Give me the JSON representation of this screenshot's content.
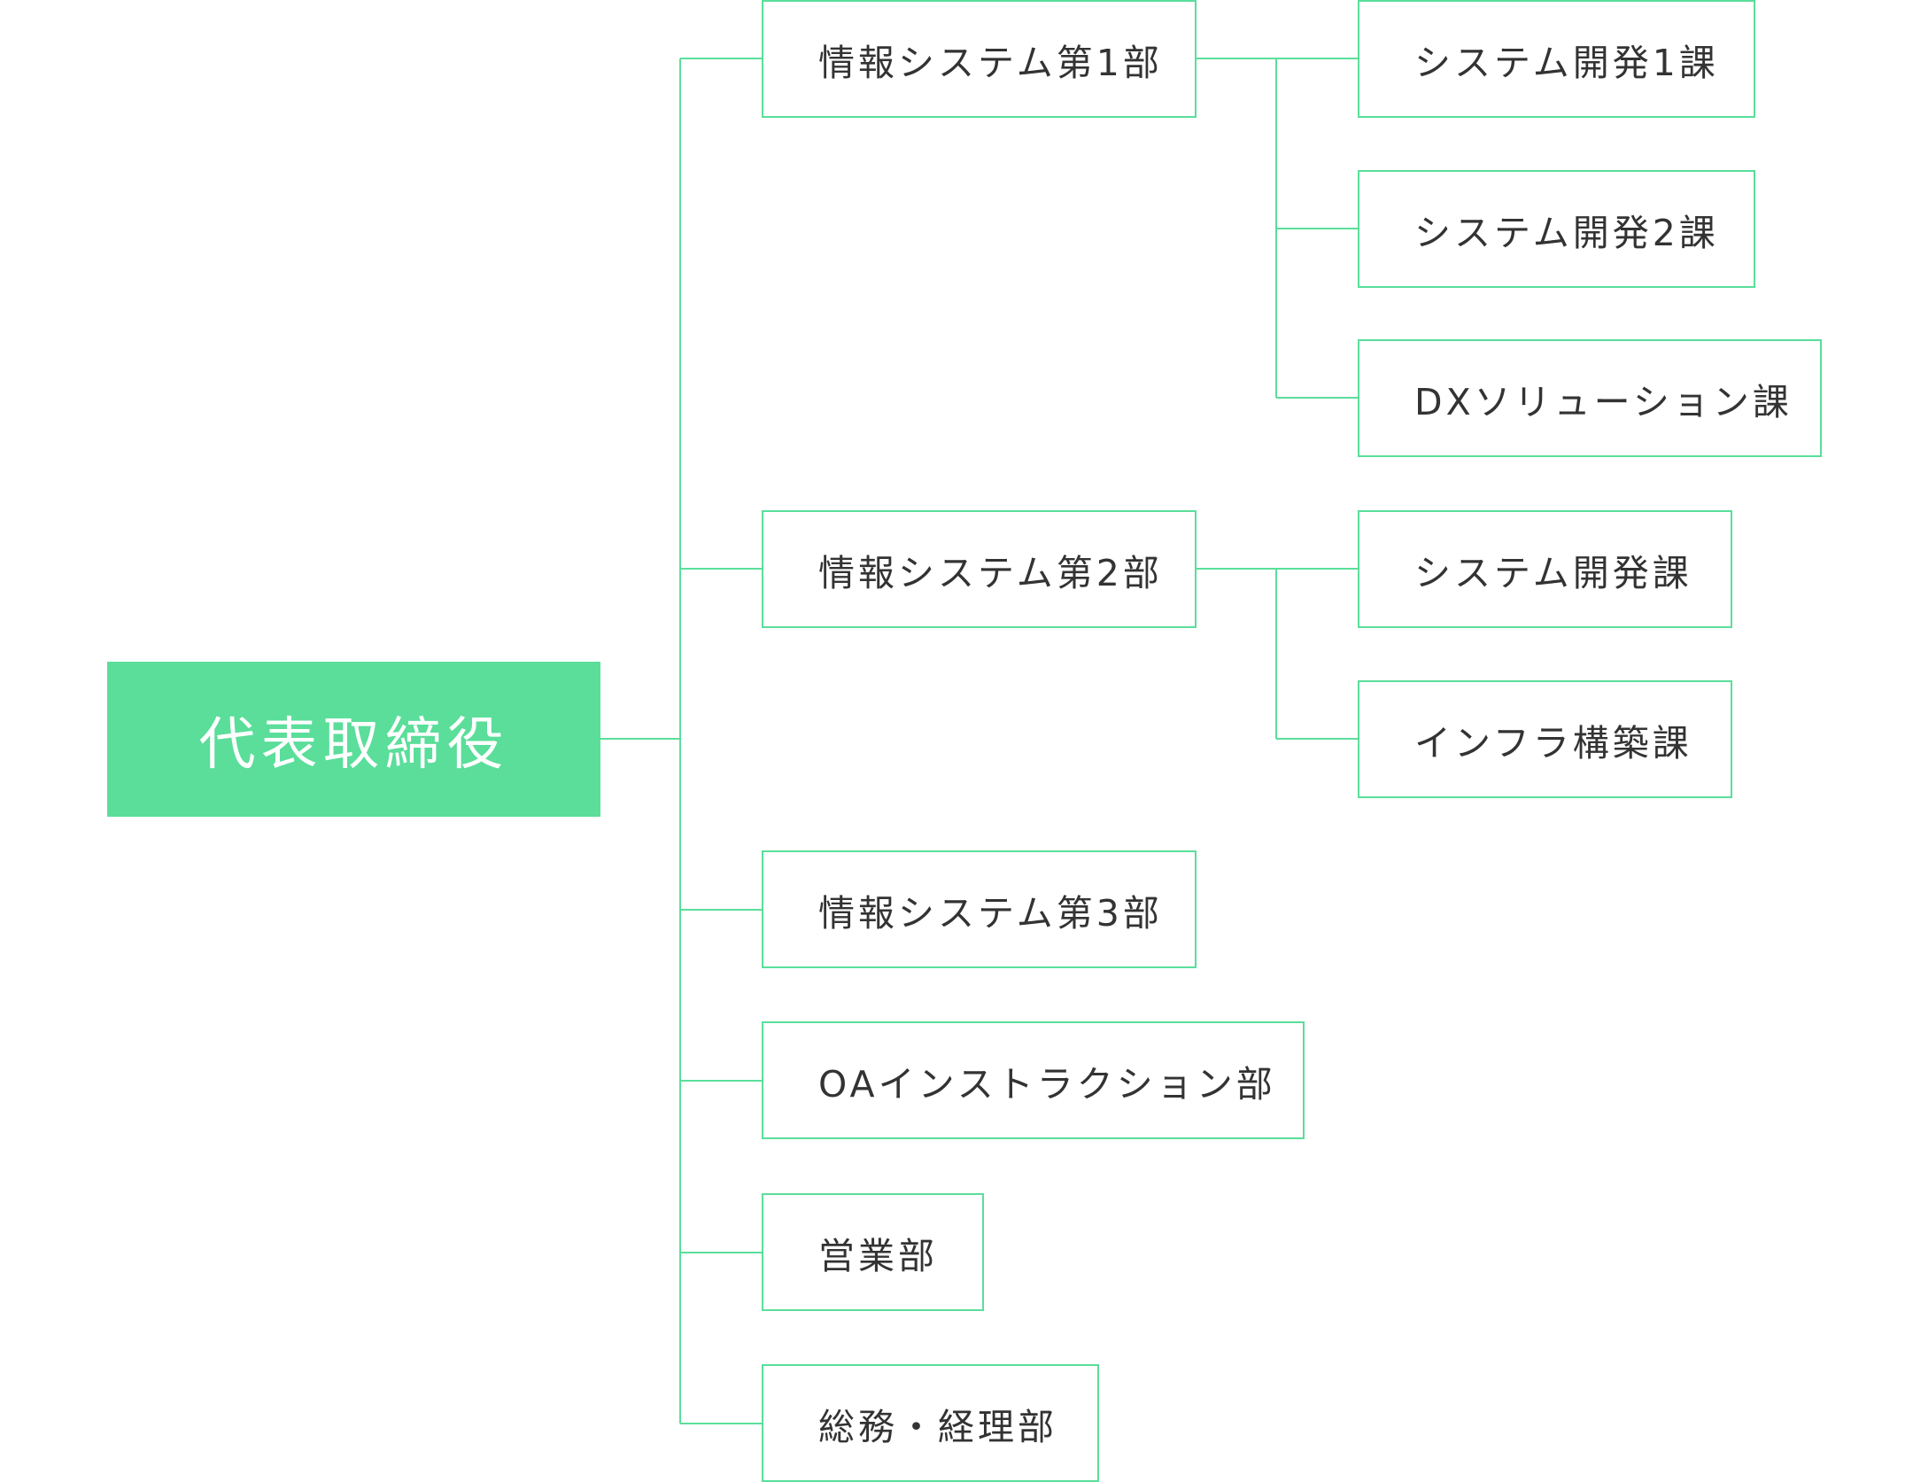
{
  "theme": {
    "accent": "#5ade9a",
    "text": "#333333",
    "root_text": "#ffffff",
    "background": "#ffffff"
  },
  "org": {
    "root": "代表取締役",
    "departments": [
      {
        "name": "情報システム第1部",
        "sections": [
          "システム開発1課",
          "システム開発2課",
          "DXソリューション課"
        ]
      },
      {
        "name": "情報システム第2部",
        "sections": [
          "システム開発課",
          "インフラ構築課"
        ]
      },
      {
        "name": "情報システム第3部",
        "sections": []
      },
      {
        "name": "OAインストラクション部",
        "sections": []
      },
      {
        "name": "営業部",
        "sections": []
      },
      {
        "name": "総務・経理部",
        "sections": []
      }
    ]
  }
}
